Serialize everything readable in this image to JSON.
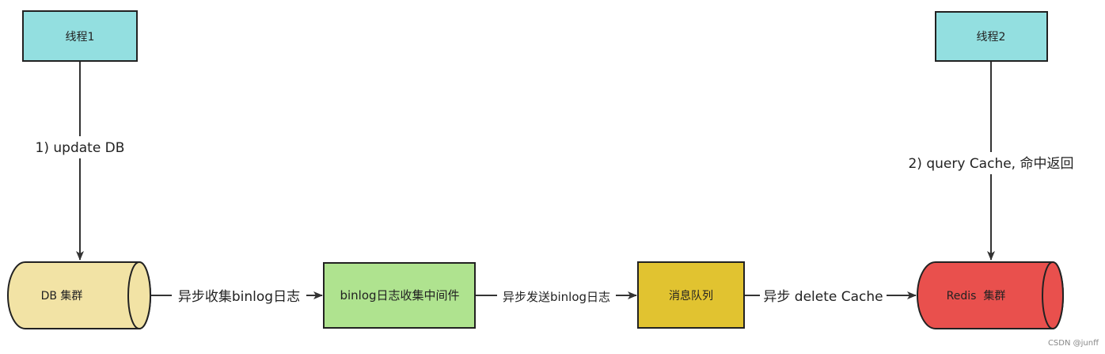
{
  "nodes": {
    "thread1": {
      "label": "线程1",
      "fill": "#93dfe0"
    },
    "thread2": {
      "label": "线程2",
      "fill": "#93dfe0"
    },
    "db_cluster": {
      "label": "DB 集群",
      "fill": "#f2e3a5"
    },
    "binlog_middleware": {
      "label": "binlog日志收集中间件",
      "fill": "#afe38f"
    },
    "message_queue": {
      "label": "消息队列",
      "fill": "#e1c330"
    },
    "redis_cluster": {
      "label": "Redis  集群",
      "fill": "#e9504d"
    }
  },
  "edges": {
    "update_db": {
      "label": "1) update DB"
    },
    "query_cache": {
      "label": "2) query Cache, 命中返回"
    },
    "collect_binlog": {
      "label": "异步收集binlog日志"
    },
    "send_binlog": {
      "label": "异步发送binlog日志"
    },
    "delete_cache": {
      "label": "异步 delete Cache"
    }
  },
  "watermark": "CSDN @junff",
  "colors": {
    "stroke": "#222222",
    "arrow": "#333333"
  }
}
